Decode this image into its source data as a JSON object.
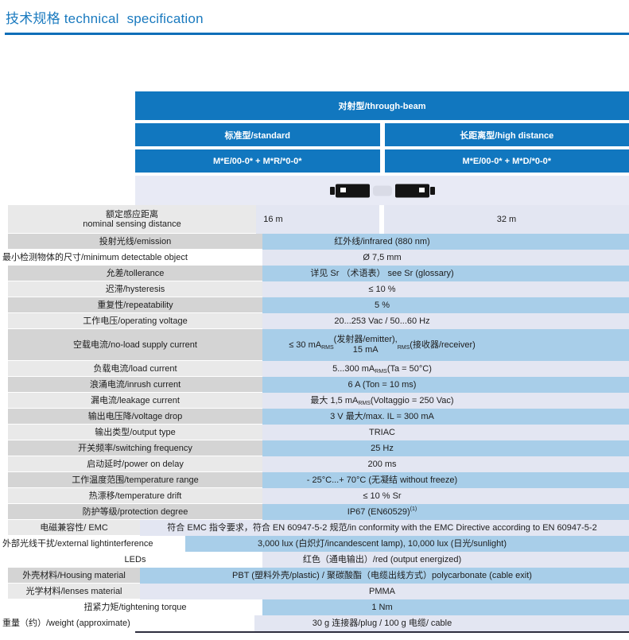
{
  "title": {
    "zh": "技术规格",
    "en": "technical specification"
  },
  "colors": {
    "header_blue": "#1177bf",
    "row_light_blue": "#a8cee9",
    "row_lavender": "#e3e6f2",
    "label_gray_dark": "#d4d4d4",
    "label_gray_light": "#e9e9e9",
    "title_blue": "#1a7abf",
    "bottom_line": "#2e2e3e"
  },
  "table": {
    "group_header": "对射型/through-beam",
    "column_headers": [
      "标准型/standard",
      "长距离型/high distance"
    ],
    "models": [
      "M*E/00-0* + M*R/*0-0*",
      "M*E/00-0* + M*D/*0-0*"
    ],
    "sensor_icon": "through-beam-emitter-receiver-icon",
    "distance_row": {
      "label_zh": "额定感应距离",
      "label_en": "nominal sensing distance",
      "values": [
        "16 m",
        "32 m"
      ]
    },
    "rows": [
      {
        "label": "投射光线/emission",
        "value": "红外线/infrared (880 nm)",
        "tone": "blue",
        "label_bg": "gray"
      },
      {
        "label": "最小检测物体的尺寸/minimum detectable object",
        "value": "Ø 7,5 mm",
        "tone": "lav",
        "label_bg": "white",
        "label_align": "left",
        "label_w": 330
      },
      {
        "label": "允差/tollerance",
        "value": "详见 Sr （术语表） see Sr (glossary)",
        "tone": "blue",
        "label_bg": "gray"
      },
      {
        "label": "迟滞/hysteresis",
        "value": "≤ 10 %",
        "tone": "lav",
        "label_bg": "gray"
      },
      {
        "label": "重复性/repeatability",
        "value": "5 %",
        "tone": "blue",
        "label_bg": "gray"
      },
      {
        "label": "工作电压/operating voltage",
        "value": "20...253 Vac / 50...60 Hz",
        "tone": "lav",
        "label_bg": "gray"
      },
      {
        "label": "空载电流/no-load supply current",
        "value": "≤ 30 mA_{RMS} (发射器/emitter),\n15 mA_{RMS} (接收器/receiver)",
        "tone": "blue",
        "label_bg": "gray",
        "h": 40
      },
      {
        "label": "负载电流/load current",
        "value": "5...300 mA_{RMS} (Ta = 50°C)",
        "tone": "lav",
        "label_bg": "gray"
      },
      {
        "label": "浪涌电流/inrush current",
        "value": "6 A (Ton = 10 ms)",
        "tone": "blue",
        "label_bg": "gray"
      },
      {
        "label": "漏电流/leakage current",
        "value": "最大 1,5 mA_{RMS} (Voltaggio = 250 Vac)",
        "tone": "lav",
        "label_bg": "gray"
      },
      {
        "label": "输出电压降/voltage drop",
        "value": "3 V 最大/max. IL = 300 mA",
        "tone": "blue",
        "label_bg": "gray"
      },
      {
        "label": "输出类型/output type",
        "value": "TRIAC",
        "tone": "lav",
        "label_bg": "gray"
      },
      {
        "label": "开关频率/switching frequency",
        "value": "25 Hz",
        "tone": "blue",
        "label_bg": "gray"
      },
      {
        "label": "启动延时/power on delay",
        "value": "200 ms",
        "tone": "lav",
        "label_bg": "gray"
      },
      {
        "label": "工作温度范围/temperature range",
        "value": "- 25°C...+ 70°C (无凝结 without freeze)",
        "tone": "blue",
        "label_bg": "gray"
      },
      {
        "label": "热漂移/temperature drift",
        "value": "≤ 10 % Sr",
        "tone": "lav",
        "label_bg": "gray"
      },
      {
        "label": "防护等级/protection degree",
        "value": "IP67 (EN60529) ^{(1)}",
        "tone": "blue",
        "label_bg": "gray"
      },
      {
        "label": "电磁兼容性/ EMC",
        "value": "符合 EMC 指令要求，符合 EN 60947-5-2 规范/in conformity with the EMC Directive according to EN 60947-5-2",
        "tone": "lav",
        "label_bg": "gray",
        "label_w": 166
      },
      {
        "label": "外部光线干扰/external lightinterference",
        "value": "3,000 lux (白炽灯/incandescent lamp), 10,000 lux (日光/sunlight)",
        "tone": "blue",
        "label_bg": "white",
        "label_align": "left",
        "label_w": 233
      },
      {
        "label": "LEDs",
        "value": "红色（通电输出）/red (output energized)",
        "tone": "lav",
        "label_bg": "white"
      },
      {
        "label": "外壳材料/Housing material",
        "value": "PBT (塑料外壳/plastic) / 聚碳酸酯（电缆出线方式）polycarbonate (cable exit)",
        "tone": "blue",
        "label_bg": "gray",
        "label_w": 166
      },
      {
        "label": "光学材料/lenses material",
        "value": "PMMA",
        "tone": "lav",
        "label_bg": "gray",
        "label_w": 166
      },
      {
        "label": "扭紧力矩/tightening torque",
        "value": "1 Nm",
        "tone": "blue",
        "label_bg": "white"
      },
      {
        "label": "重量（约）/weight (approximate)",
        "value": "30 g 连接器/plug / 100 g 电缆/ cable",
        "tone": "lav",
        "label_bg": "white",
        "label_align": "left"
      }
    ]
  }
}
